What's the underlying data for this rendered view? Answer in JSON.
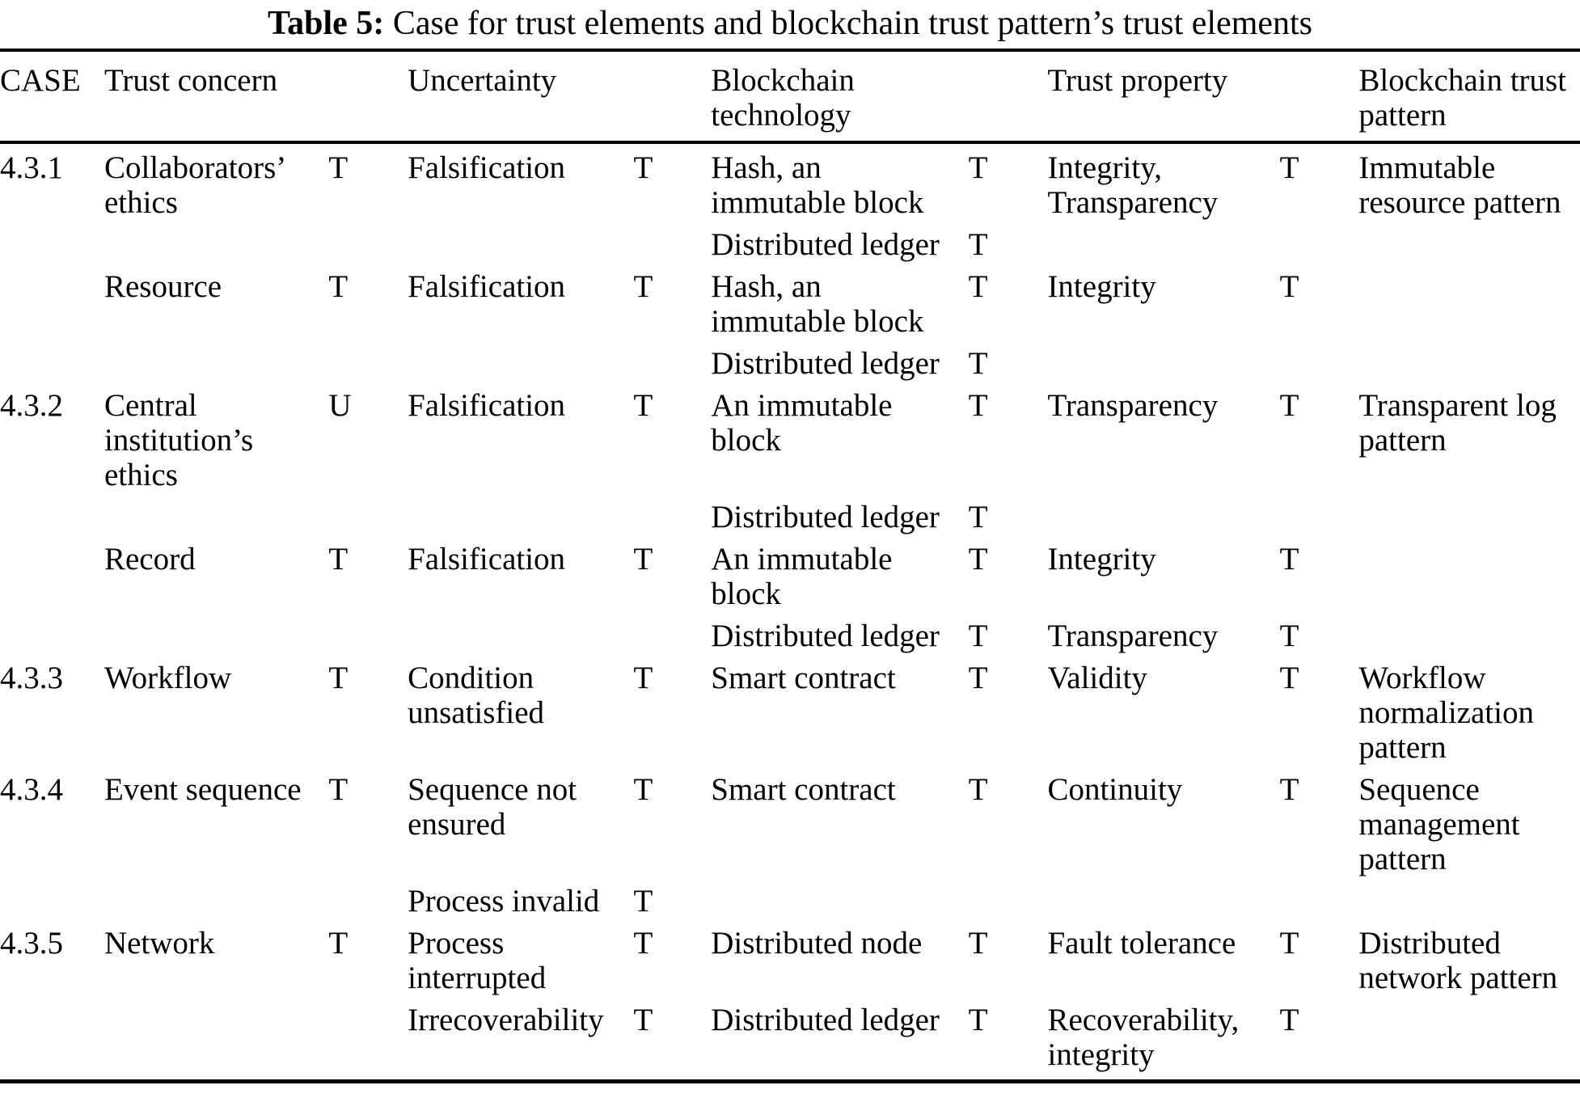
{
  "caption": {
    "label": "Table 5:",
    "text": "Case for trust elements and blockchain trust pattern’s trust elements"
  },
  "table": {
    "headers": [
      "CASE",
      "Trust concern",
      "",
      "Uncertainty",
      "",
      "Blockchain technology",
      "",
      "Trust property",
      "",
      "Blockchain trust pattern"
    ],
    "rows": [
      [
        "4.3.1",
        "Collaborators’ ethics",
        "T",
        "Falsification",
        "T",
        "Hash, an immutable block",
        "T",
        "Integrity, Transparency",
        "T",
        "Immutable resource pattern"
      ],
      [
        "",
        "",
        "",
        "",
        "",
        "Distributed ledger",
        "T",
        "",
        "",
        ""
      ],
      [
        "",
        "Resource",
        "T",
        "Falsification",
        "T",
        "Hash, an immutable block",
        "T",
        "Integrity",
        "T",
        ""
      ],
      [
        "",
        "",
        "",
        "",
        "",
        "Distributed ledger",
        "T",
        "",
        "",
        ""
      ],
      [
        "4.3.2",
        "Central institution’s ethics",
        "U",
        "Falsification",
        "T",
        "An immutable block",
        "T",
        "Transparency",
        "T",
        "Transparent log pattern"
      ],
      [
        "",
        "",
        "",
        "",
        "",
        "Distributed ledger",
        "T",
        "",
        "",
        ""
      ],
      [
        "",
        "Record",
        "T",
        "Falsification",
        "T",
        "An immutable block",
        "T",
        "Integrity",
        "T",
        ""
      ],
      [
        "",
        "",
        "",
        "",
        "",
        "Distributed ledger",
        "T",
        "Transparency",
        "T",
        ""
      ],
      [
        "4.3.3",
        "Workflow",
        "T",
        "Condition unsatisfied",
        "T",
        "Smart contract",
        "T",
        "Validity",
        "T",
        "Workflow normalization pattern"
      ],
      [
        "4.3.4",
        "Event sequence",
        "T",
        "Sequence not ensured",
        "T",
        "Smart contract",
        "T",
        "Continuity",
        "T",
        "Sequence management pattern"
      ],
      [
        "",
        "",
        "",
        "Process invalid",
        "T",
        "",
        "",
        "",
        "",
        ""
      ],
      [
        "4.3.5",
        "Network",
        "T",
        "Process interrupted",
        "T",
        "Distributed node",
        "T",
        "Fault tolerance",
        "T",
        "Distributed network pattern"
      ],
      [
        "",
        "",
        "",
        "Irrecoverability",
        "T",
        "Distributed ledger",
        "T",
        "Recoverability, integrity",
        "T",
        ""
      ]
    ]
  }
}
